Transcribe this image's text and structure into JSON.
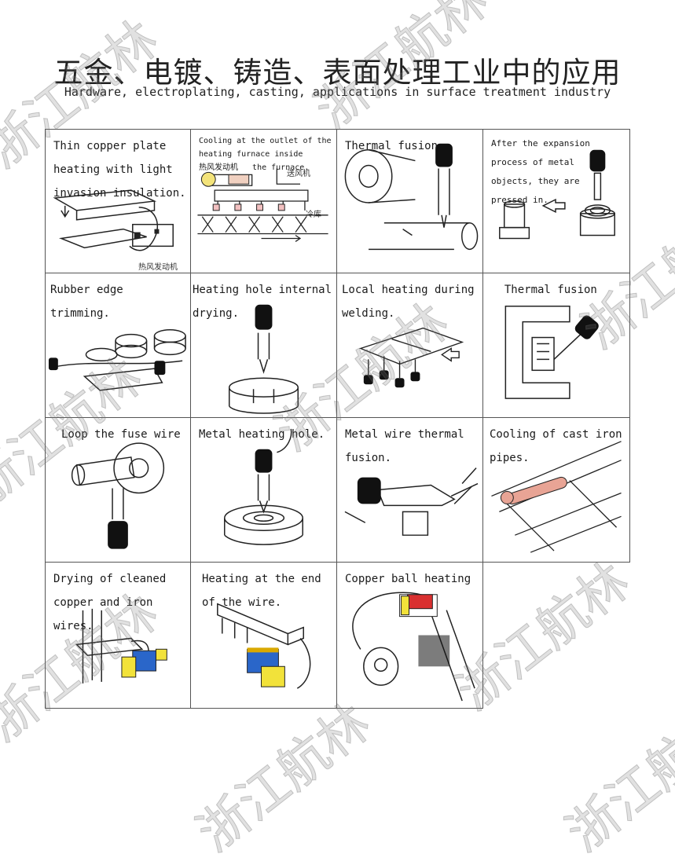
{
  "title_zh": "五金、电镀、铸造、表面处理工业中的应用",
  "title_en": "Hardware, electroplating, casting, applications in surface treatment industry",
  "watermark": "浙江航林",
  "cells": [
    {
      "caption": "Thin copper plate\nheating with light\ninvasion insulation.",
      "notes": [
        "热风发动机"
      ]
    },
    {
      "caption": "Cooling at the outlet of the\nheating furnace inside\n热风发动机   the furnace.",
      "notes": [
        "送风机",
        "冷库"
      ]
    },
    {
      "caption": "Thermal fusion",
      "notes": []
    },
    {
      "caption": "After the expansion\nprocess of metal\nobjects, they are\npressed in.",
      "notes": []
    },
    {
      "caption": "Rubber edge trimming.",
      "notes": []
    },
    {
      "caption": "Heating hole internal\ndrying.",
      "notes": []
    },
    {
      "caption": "Local heating during\nwelding.",
      "notes": []
    },
    {
      "caption": "  Thermal fusion",
      "notes": []
    },
    {
      "caption": "Loop the fuse wire",
      "notes": []
    },
    {
      "caption": "Metal heating hole.",
      "notes": []
    },
    {
      "caption": "Metal wire thermal\nfusion.",
      "notes": []
    },
    {
      "caption": "Cooling of cast iron\npipes.",
      "notes": []
    },
    {
      "caption": "Drying of cleaned\ncopper and iron wires.",
      "notes": []
    },
    {
      "caption": "Heating at the end\nof the wire.",
      "notes": []
    },
    {
      "caption": "Copper ball heating",
      "notes": []
    }
  ]
}
